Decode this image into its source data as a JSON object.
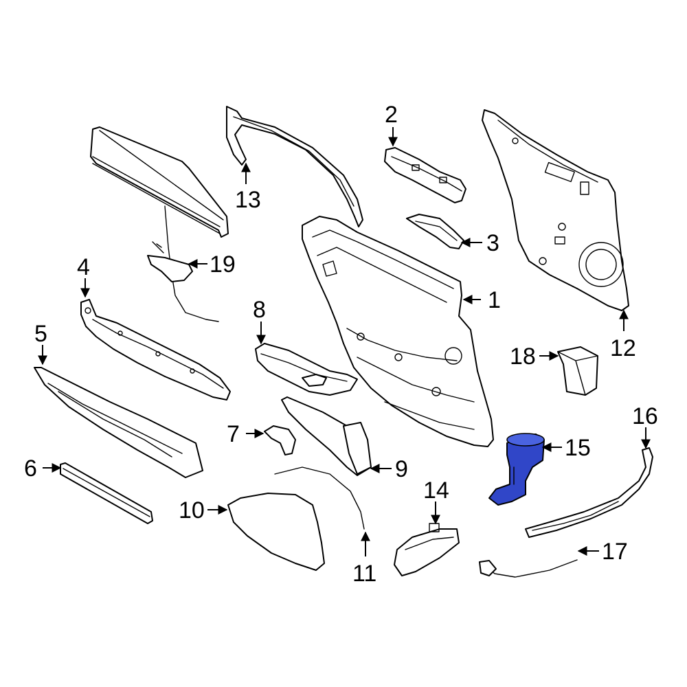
{
  "diagram": {
    "highlight_color": "#3046c8",
    "highlighted_part": "15",
    "callouts": {
      "c1": "1",
      "c2": "2",
      "c3": "3",
      "c4": "4",
      "c5": "5",
      "c6": "6",
      "c7": "7",
      "c8": "8",
      "c9": "9",
      "c10": "10",
      "c11": "11",
      "c12": "12",
      "c13": "13",
      "c14": "14",
      "c15": "15",
      "c16": "16",
      "c17": "17",
      "c18": "18",
      "c19": "19"
    }
  }
}
